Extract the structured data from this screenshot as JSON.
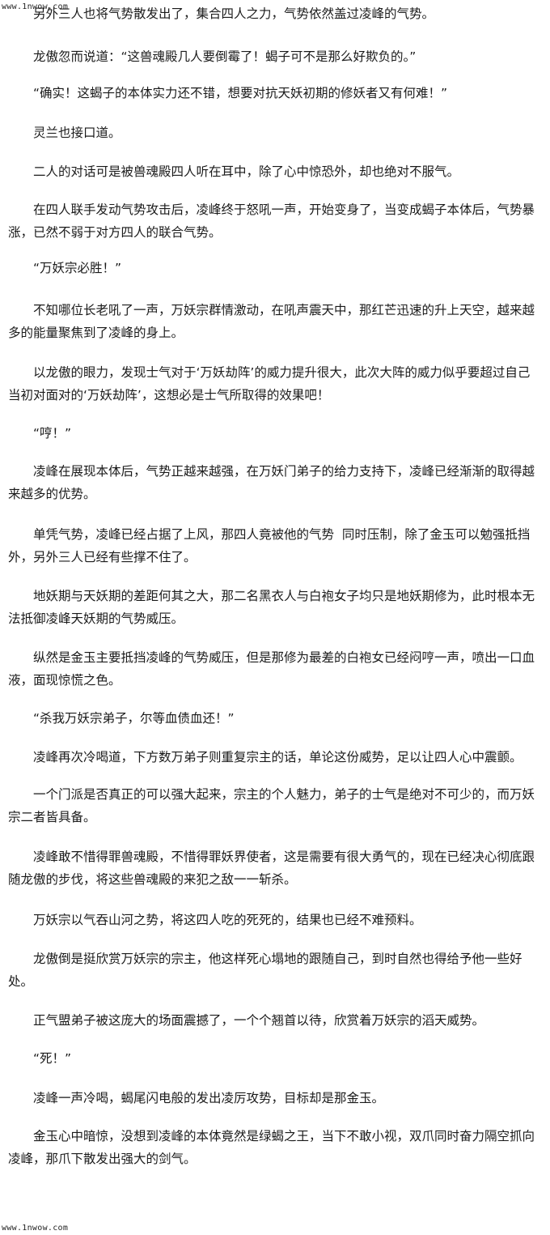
{
  "watermark": {
    "top": "www.1nwow.com",
    "bottom": "www.1nwow.com"
  },
  "paragraphs": [
    "另外三人也将气势散发出了，集合四人之力，气势依然盖过凌峰的气势。",
    "龙傲忽而说道：“这兽魂殿几人要倒霉了！蝎子可不是那么好欺负的。”",
    "“确实！这蝎子的本体实力还不错，想要对抗天妖初期的修妖者又有何难！”",
    "灵兰也接口道。",
    "二人的对话可是被兽魂殿四人听在耳中，除了心中惊恐外，却也绝对不服气。",
    "在四人联手发动气势攻击后，凌峰终于怒吼一声，开始变身了，当变成蝎子本体后，气势暴涨，已然不弱于对方四人的联合气势。",
    "“万妖宗必胜！”",
    "不知哪位长老吼了一声，万妖宗群情激动，在吼声震天中，那红芒迅速的升上天空，越来越多的能量聚焦到了凌峰的身上。",
    "以龙傲的眼力，发现士气对于‘万妖劫阵’的威力提升很大，此次大阵的威力似乎要超过自己当初对面对的‘万妖劫阵’，这想必是士气所取得的效果吧！",
    "“哼！”",
    "凌峰在展现本体后，气势正越来越强，在万妖门弟子的给力支持下，凌峰已经渐渐的取得越来越多的优势。",
    "单凭气势，凌峰已经占据了上风，那四人竟被他的气势  同时压制，除了金玉可以勉强抵挡外，另外三人已经有些撑不住了。",
    "地妖期与天妖期的差距何其之大，那二名黑衣人与白袍女子均只是地妖期修为，此时根本无法抵御凌峰天妖期的气势威压。",
    "纵然是金玉主要抵挡凌峰的气势威压，但是那修为最差的白袍女已经闷哼一声，喷出一口血液，面现惊慌之色。",
    "“杀我万妖宗弟子，尔等血债血还！”",
    "凌峰再次冷喝道，下方数万弟子则重复宗主的话，单论这份威势，足以让四人心中震颤。",
    "一个门派是否真正的可以强大起来，宗主的个人魅力，弟子的士气是绝对不可少的，而万妖宗二者皆具备。",
    "凌峰敢不惜得罪兽魂殿，不惜得罪妖界使者，这是需要有很大勇气的，现在已经决心彻底跟随龙傲的步伐，将这些兽魂殿的来犯之敌一一斩杀。",
    "万妖宗以气吞山河之势，将这四人吃的死死的，结果也已经不难预料。",
    "龙傲倒是挺欣赏万妖宗的宗主，他这样死心塌地的跟随自己，到时自然也得给予他一些好处。",
    "正气盟弟子被这庞大的场面震撼了，一个个翘首以待，欣赏着万妖宗的滔天威势。",
    "“死！”",
    "凌峰一声冷喝，蝎尾闪电般的发出凌厉攻势，目标却是那金玉。",
    "金玉心中暗惊，没想到凌峰的本体竟然是绿蝎之王，当下不敢小视，双爪同时奋力隔空抓向凌峰，那爪下散发出强大的剑气。"
  ]
}
